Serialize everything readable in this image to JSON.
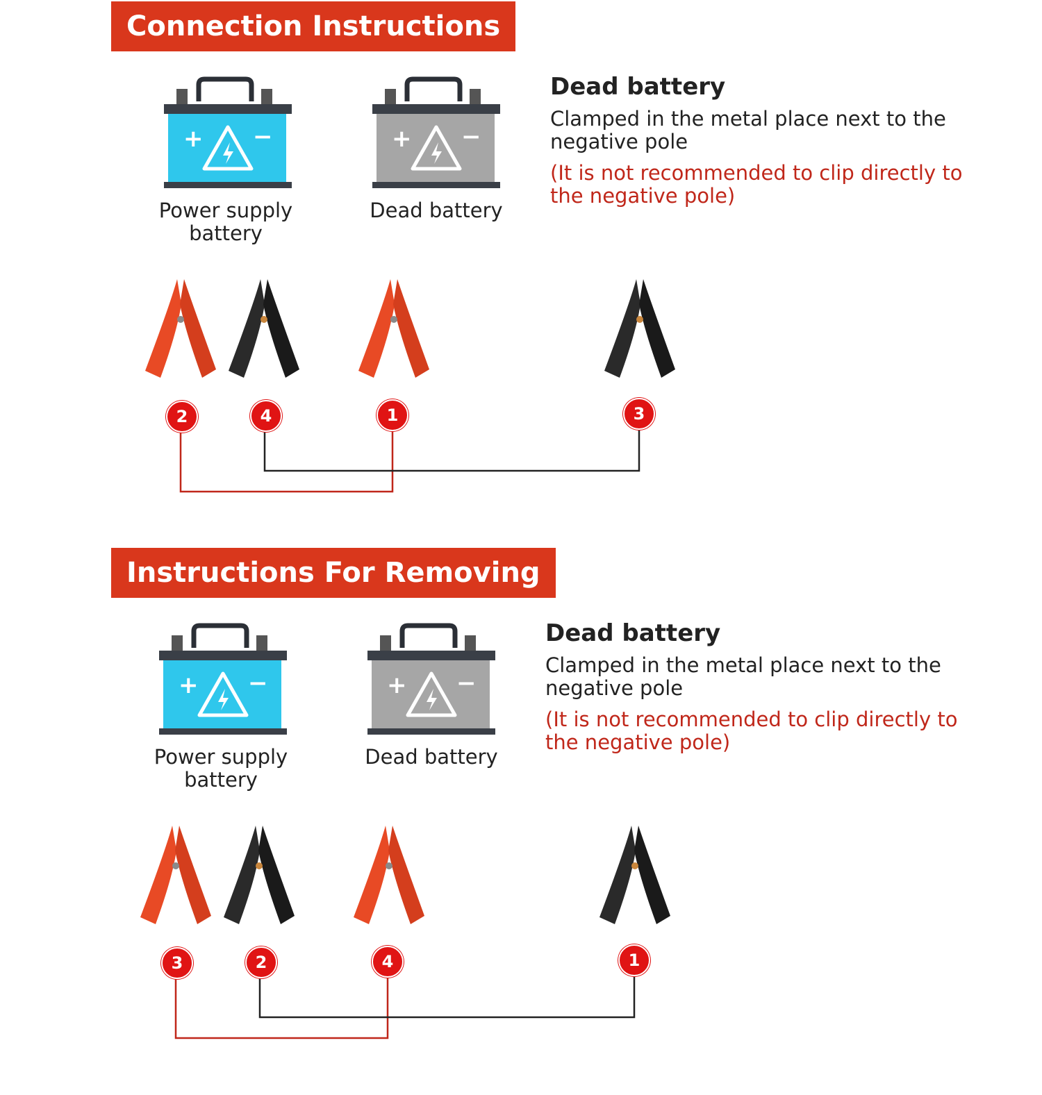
{
  "colors": {
    "banner": "#d9371c",
    "power_battery": "#2fc7ec",
    "dead_battery": "#a6a6a6",
    "red_clamp": "#e84a25",
    "black_clamp": "#2a2a2a",
    "badge": "#e01414",
    "red_wire": "#c0271a",
    "black_wire": "#222222",
    "warning_text": "#c0271a"
  },
  "sections": [
    {
      "banner": "Connection Instructions",
      "power_label": "Power supply battery",
      "dead_label": "Dead battery",
      "note": {
        "title": "Dead battery",
        "text": "Clamped in the metal place next to the negative pole",
        "warning": "(It is not recommended to clip directly to the negative pole)"
      },
      "badges": {
        "red_left": "2",
        "black_left": "4",
        "red_right": "1",
        "black_right": "3"
      }
    },
    {
      "banner": "Instructions For Removing",
      "power_label": "Power supply battery",
      "dead_label": "Dead battery",
      "note": {
        "title": "Dead battery",
        "text": "Clamped in the metal place next to the negative pole",
        "warning": "(It is not recommended to clip directly to the negative pole)"
      },
      "badges": {
        "red_left": "3",
        "black_left": "2",
        "red_right": "4",
        "black_right": "1"
      }
    }
  ]
}
